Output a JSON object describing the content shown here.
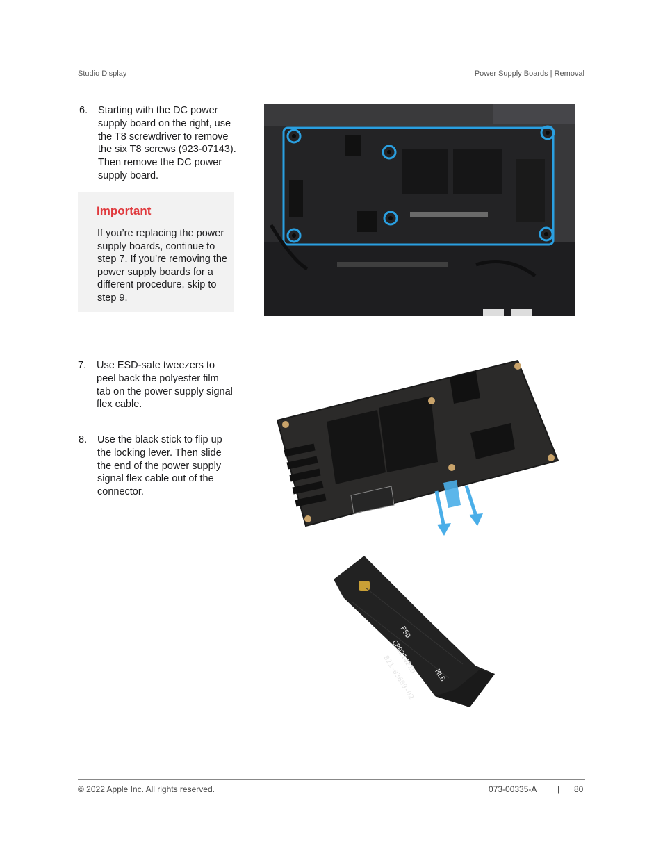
{
  "header": {
    "left": "Studio Display",
    "right": "Power Supply Boards | Removal"
  },
  "step6": {
    "number": "6.",
    "text": "Starting with the DC power supply board on the right, use the T8 screwdriver to remove the six T8 screws (923-07143). Then remove the DC power supply board."
  },
  "important": {
    "title": "Important",
    "text": "If you’re replacing the power supply boards, continue to step 7. If you’re removing the power supply boards for a different procedure, skip to step 9."
  },
  "step7": {
    "number": "7.",
    "text": "Use ESD-safe tweezers to peel back the polyester film tab on the power supply signal flex cable."
  },
  "step8": {
    "number": "8.",
    "text": "Use the black stick to flip up the locking lever. Then slide the end of the power supply signal flex cable out of the connector."
  },
  "photos": {
    "board_in_enclosure": {
      "callout_color": "#2a9fe0",
      "screw_count": 6
    },
    "flex_cable": {
      "labels": [
        "PSD",
        "CP02142IU",
        "821-03669-02",
        "MLB"
      ]
    },
    "arrow_color": "#4aaee8"
  },
  "footer": {
    "copyright": "© 2022 Apple Inc. All rights reserved.",
    "doc_number": "073-00335-A",
    "separator": "|",
    "page": "80"
  }
}
